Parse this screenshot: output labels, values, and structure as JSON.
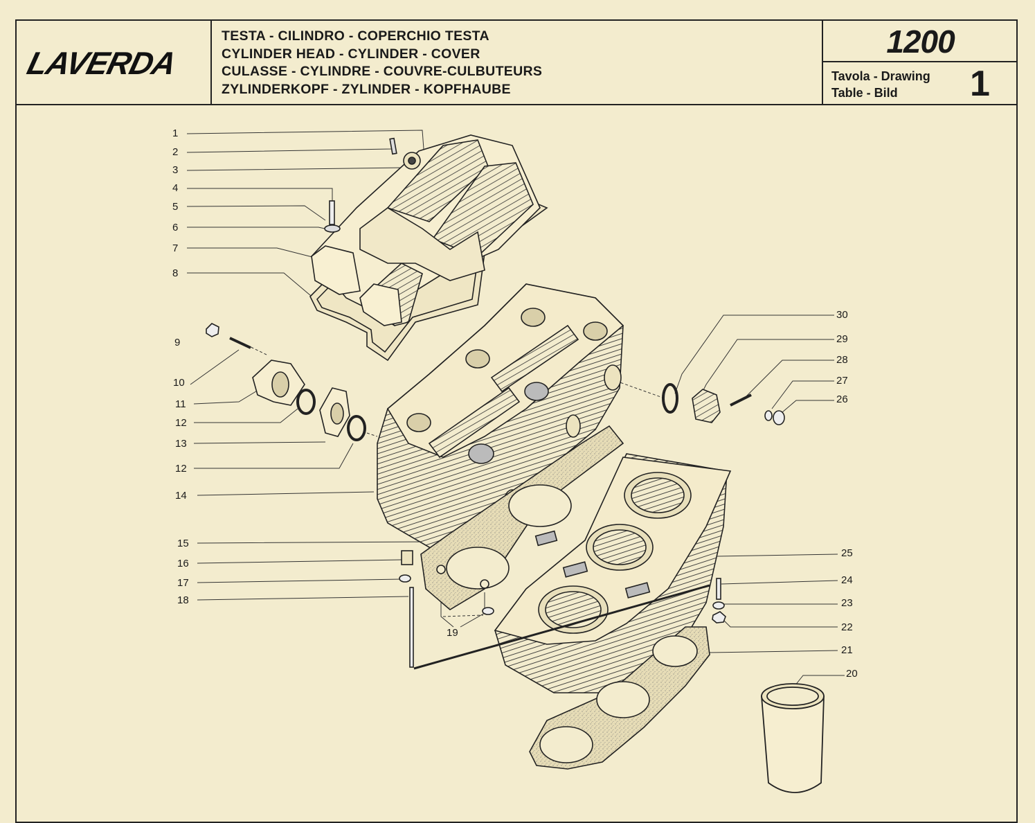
{
  "header": {
    "brand": "LAVERDA",
    "title_lines": [
      "TESTA - CILINDRO - COPERCHIO TESTA",
      "CYLINDER HEAD - CYLINDER - COVER",
      "CULASSE - CYLINDRE - COUVRE-CULBUTEURS",
      "ZYLINDERKOPF - ZYLINDER - KOPFHAUBE"
    ],
    "model": "1200",
    "table_label_1": "Tavola - Drawing",
    "table_label_2": "Table - Bild",
    "table_number": "1"
  },
  "callouts": {
    "left": [
      "1",
      "2",
      "3",
      "4",
      "5",
      "6",
      "7",
      "8",
      "9",
      "10",
      "11",
      "12",
      "13",
      "12",
      "14",
      "15",
      "16",
      "17",
      "18"
    ],
    "bottom": "19",
    "right": [
      "30",
      "29",
      "28",
      "27",
      "26",
      "25",
      "24",
      "23",
      "22",
      "21",
      "20"
    ]
  },
  "colors": {
    "paper": "#f3ecce",
    "ink": "#1a1a1a",
    "gasket": "#d9cfa9"
  }
}
